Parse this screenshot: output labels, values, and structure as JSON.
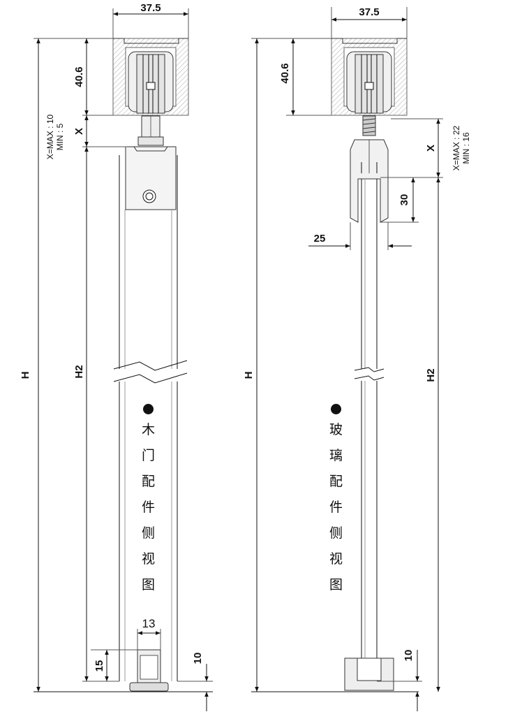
{
  "left": {
    "width_dim": "37.5",
    "track_height": "40.6",
    "x_dim": "X",
    "x_note_1": "X=MAX : 10",
    "x_note_2": "MIN : 5",
    "h_dim": "H",
    "h2_dim": "H2",
    "bottom_guide_width": "13",
    "bottom_guide_height": "15",
    "floor_gap": "10",
    "caption": [
      "木",
      "门",
      "配",
      "件",
      "侧",
      "视",
      "图"
    ]
  },
  "right": {
    "width_dim": "37.5",
    "track_height": "40.6",
    "x_dim": "X",
    "x_note_1": "X=MAX : 22",
    "x_note_2": "MIN : 16",
    "h_dim": "H",
    "h2_dim": "H2",
    "clamp_height": "30",
    "clamp_width": "25",
    "floor_gap": "10",
    "caption": [
      "玻",
      "璃",
      "配",
      "件",
      "侧",
      "视",
      "图"
    ]
  },
  "colors": {
    "line": "#111111",
    "hatch": "#bbbbbb",
    "fill": "#f2f2f2"
  }
}
